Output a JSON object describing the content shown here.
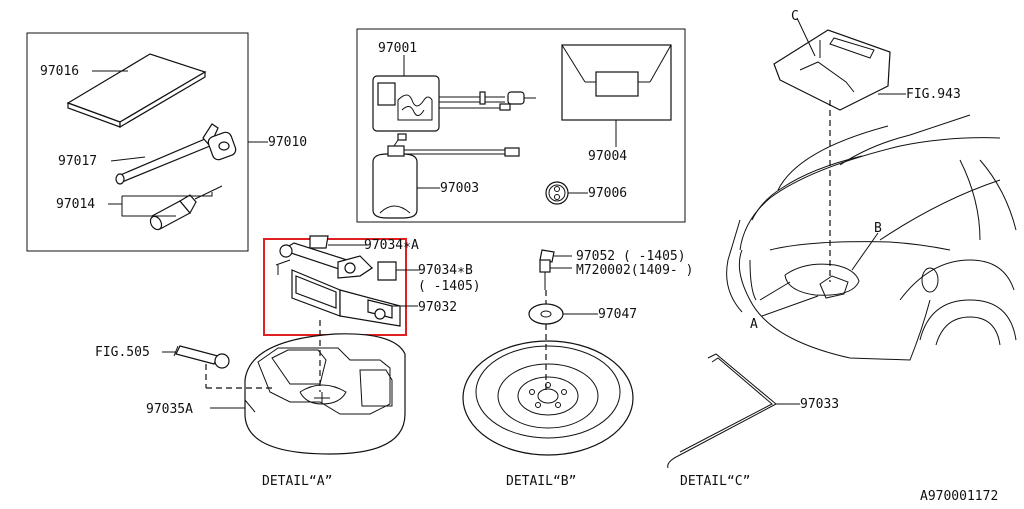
{
  "labels": {
    "p97016": "97016",
    "p97017": "97017",
    "p97014": "97014",
    "p97010": "97010",
    "p97001": "97001",
    "p97004": "97004",
    "p97003": "97003",
    "p97006": "97006",
    "p97034a": "97034∗A",
    "p97034b": "97034∗B",
    "p97034b_range": "(  -1405)",
    "p97032": "97032",
    "p97052": "97052  (  -1405)",
    "pM720002": "M720002(1409-  )",
    "p97047": "97047",
    "p97033": "97033",
    "fig505": "FIG.505",
    "p97035a": "97035A",
    "fig943": "FIG.943",
    "letter_a": "A",
    "letter_b": "B",
    "letter_c": "C",
    "detail_a": "DETAIL“A”",
    "detail_b": "DETAIL“B”",
    "detail_c": "DETAIL“C”",
    "diagram_id": "A970001172"
  },
  "colors": {
    "line": "#111111",
    "highlight": "#e02020",
    "background": "#ffffff"
  }
}
